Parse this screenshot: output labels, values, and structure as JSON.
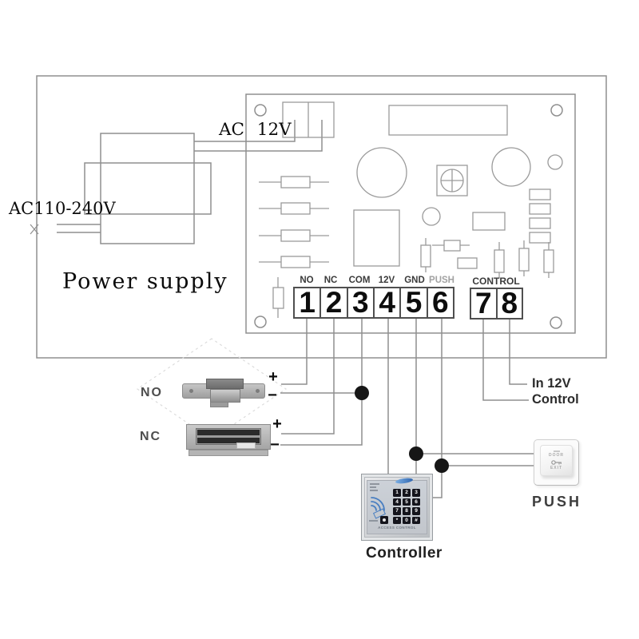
{
  "labels": {
    "power_supply": "Power supply",
    "ac_input": "AC110-240V",
    "ac_output": "AC 12V",
    "no_device": "NO",
    "nc_device": "NC",
    "controller": "Controller",
    "push": "PUSH",
    "in_12v": "In 12V",
    "control": "Control"
  },
  "board": {
    "terminal_labels": [
      "NO",
      "NC",
      "COM",
      "12V",
      "GND",
      "PUSH"
    ],
    "control_label": "CONTROL",
    "terminals": [
      "1",
      "2",
      "3",
      "4",
      "5",
      "6",
      "7",
      "8"
    ]
  },
  "polarity": {
    "plus": "+",
    "minus": "−"
  },
  "controller_device": {
    "keys": [
      "1",
      "2",
      "3",
      "4",
      "5",
      "6",
      "7",
      "8",
      "9",
      "*",
      "0",
      "#"
    ],
    "caption": "ACCESS CONTROL"
  },
  "push_device": {
    "door": "DOOR",
    "exit": "EXIT"
  },
  "colors": {
    "line": "#8f8f8f",
    "component": "#9a9a9a",
    "dot": "#161616",
    "accent_blue": "#4a7fc1"
  }
}
